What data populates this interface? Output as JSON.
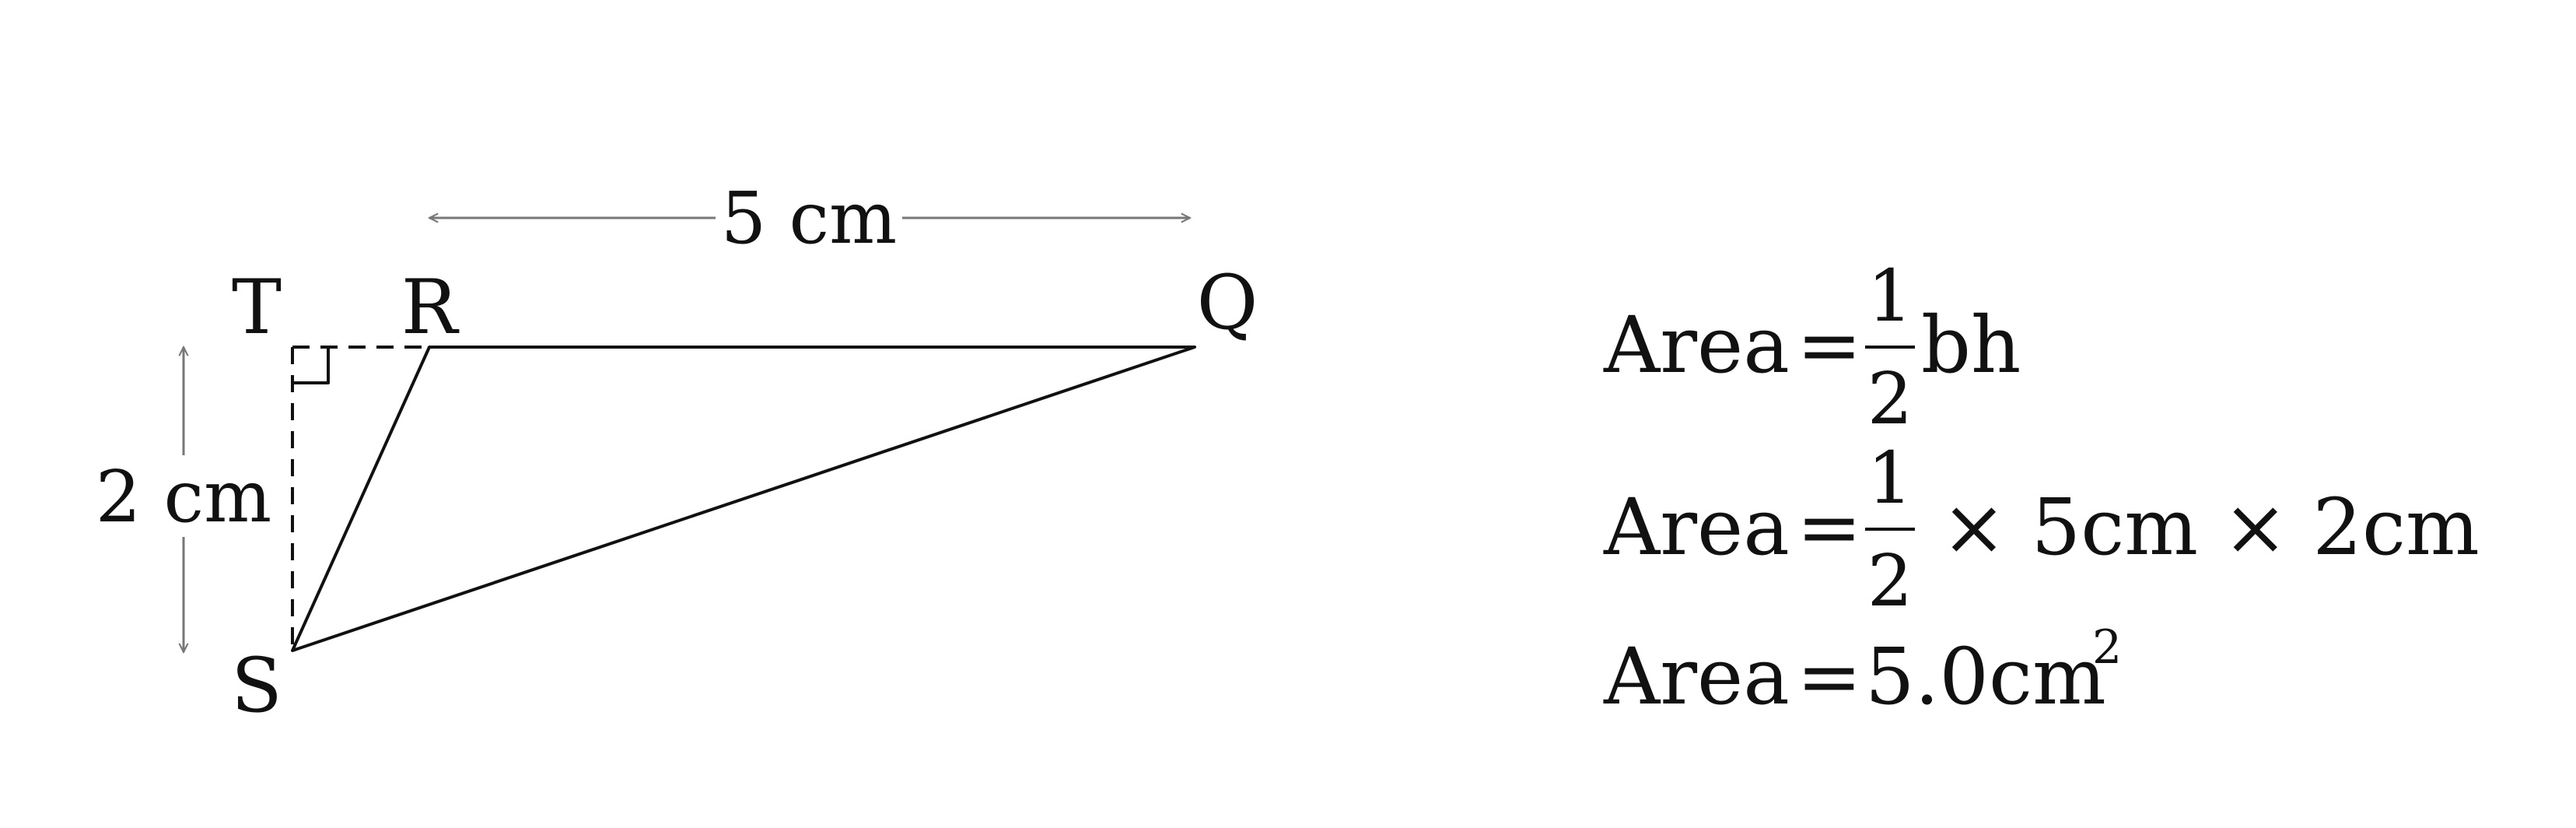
{
  "diagram": {
    "points": {
      "T": "T",
      "R": "R",
      "Q": "Q",
      "S": "S"
    },
    "base_label": "5 cm",
    "height_label": "2 cm"
  },
  "equations": {
    "line1": {
      "lhs": "Area",
      "eq": "=",
      "frac_num": "1",
      "frac_den": "2",
      "rest": "bh"
    },
    "line2": {
      "lhs": "Area",
      "eq": "=",
      "frac_num": "1",
      "frac_den": "2",
      "rest": "× 5cm × 2cm"
    },
    "line3": {
      "lhs": "Area",
      "eq": "=",
      "value": "5.0cm",
      "sup": "2"
    }
  }
}
